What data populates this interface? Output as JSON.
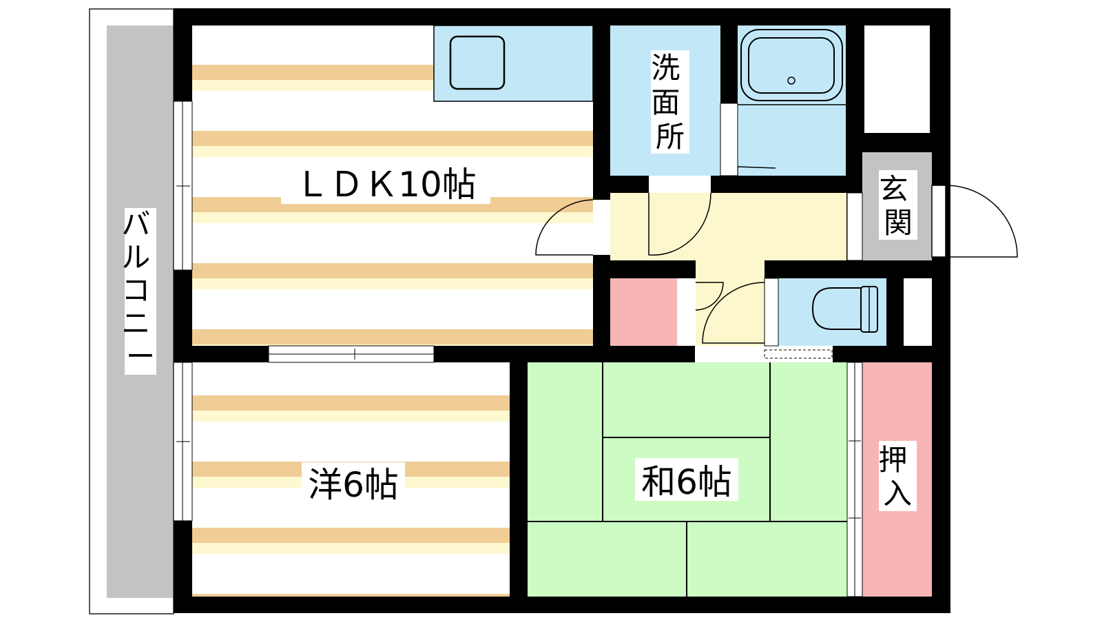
{
  "rooms": {
    "ldk": "ＬＤＫ10帖",
    "western": "洋6帖",
    "japanese": "和6帖",
    "washroom": "洗面所",
    "entrance": "玄関",
    "closet": "押入",
    "balcony": "バルコニー"
  },
  "colors": {
    "wall": "#000000",
    "flooring_light": "#fdf8d0",
    "flooring_stripe": "#f0cd95",
    "wet_area": "#c2e8f7",
    "tatami": "#ccfbc4",
    "storage": "#f7b5b5",
    "hallway": "#fcf7cc",
    "entrance": "#c3c3c3",
    "balcony": "#c3c3c3"
  }
}
